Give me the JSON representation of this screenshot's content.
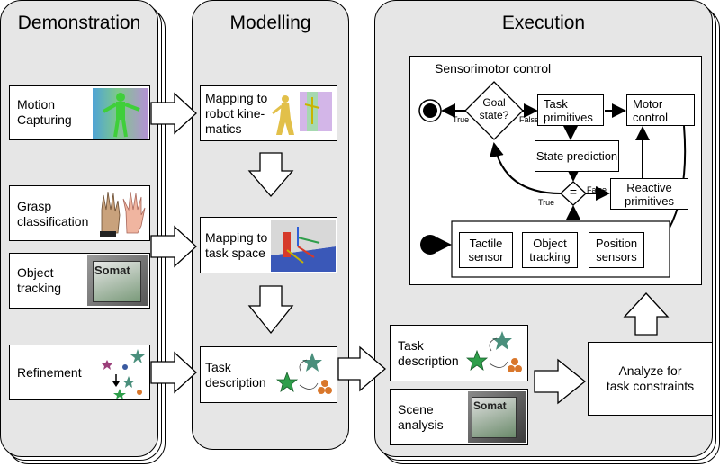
{
  "panels": {
    "demonstration": {
      "title": "Demonstration"
    },
    "modelling": {
      "title": "Modelling"
    },
    "execution": {
      "title": "Execution"
    }
  },
  "demonstration_boxes": {
    "motion_capturing": "Motion\nCapturing",
    "grasp_classification": "Grasp\nclassification",
    "object_tracking": "Object\ntracking",
    "refinement": "Refinement"
  },
  "modelling_boxes": {
    "mapping_kinematics": "Mapping to\nrobot kine-\nmatics",
    "mapping_task_space": "Mapping to\ntask space",
    "task_description": "Task\ndescription"
  },
  "execution_boxes": {
    "task_description": "Task\ndescription",
    "scene_analysis": "Scene\nanalysis",
    "analyze_constraints": "Analyze for\ntask constraints"
  },
  "sensorimotor": {
    "title": "Sensorimotor control",
    "goal_state": "Goal\nstate?",
    "true_label": "True",
    "false_label": "False",
    "task_primitives": "Task\nprimitives",
    "motor_control": "Motor\ncontrol",
    "state_prediction": "State prediction",
    "equals": "=",
    "false_label_2": "False",
    "true_label_2": "True",
    "reactive_primitives": "Reactive\nprimitives",
    "tactile_sensor": "Tactile\nsensor",
    "object_tracking": "Object\ntracking",
    "position_sensors": "Position\nsensors"
  },
  "thumbnail_text": {
    "somat": "Somat"
  },
  "colors": {
    "panel_fill": "#e6e6e6",
    "arrow_fill": "#ffffff",
    "star_green": "#2e9e4a",
    "star_teal": "#4a8f7c",
    "propeller_orange": "#d9772b"
  }
}
